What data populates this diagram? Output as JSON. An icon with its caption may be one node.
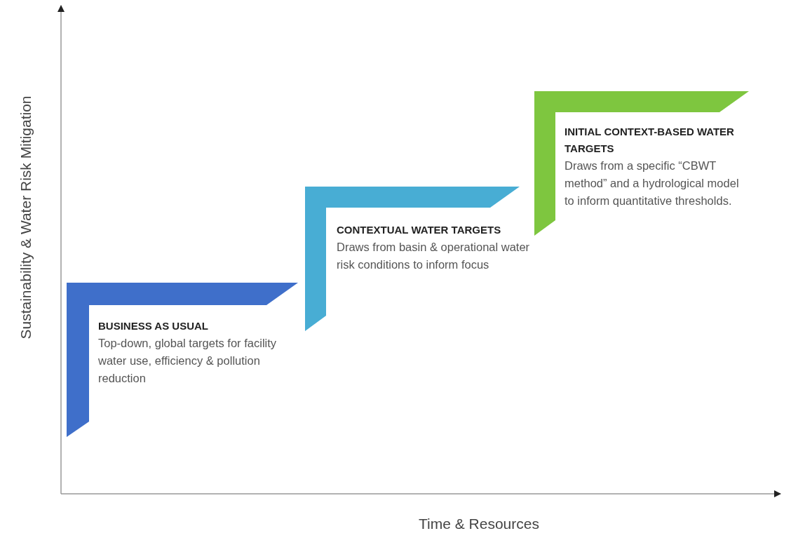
{
  "diagram": {
    "nodes": [
      {
        "text": [
          "BUSINESS AS USUAL",
          "Top-down, global targets for facility water use, efficiency & pollution reduction"
        ]
      },
      {
        "text": [
          "CONTEXTUAL WATER TARGETS",
          "Draws from basin & operational water risk conditions to inform focus"
        ]
      },
      {
        "text": [
          "INITIAL CONTEXT-BASED WATER TARGETS",
          "Draws from a specific “CBWT method” and a hydrological model to inform quantitative thresholds."
        ]
      }
    ],
    "labels": [
      "Sustainability & Water Risk Mitigation",
      "Time & Resources"
    ]
  }
}
